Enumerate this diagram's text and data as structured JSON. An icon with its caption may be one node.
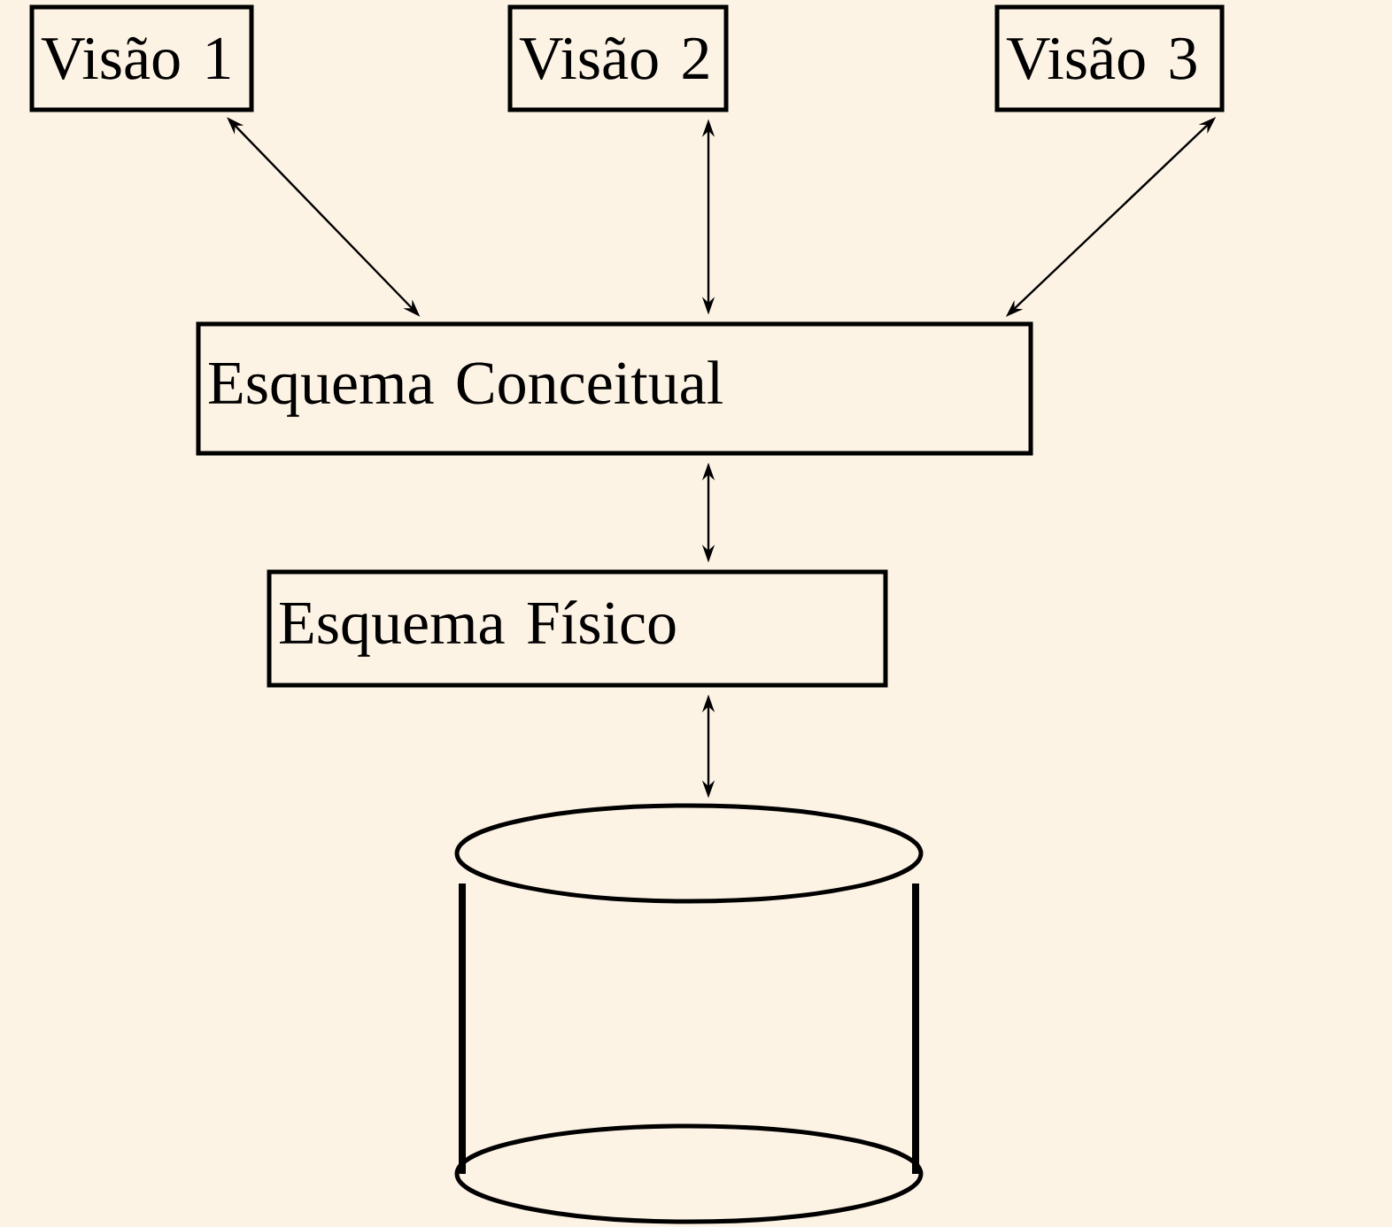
{
  "diagram": {
    "nodes": [
      {
        "text": [
          "Visão 1"
        ]
      },
      {
        "text": [
          "Visão 2"
        ]
      },
      {
        "text": [
          "Visão 3"
        ]
      },
      {
        "text": [
          "Esquema Conceitual"
        ]
      },
      {
        "text": [
          "Esquema Físico"
        ]
      },
      {
        "text": [],
        "shape": "cylinder"
      }
    ],
    "edges": [
      {
        "from": 0,
        "to": 3,
        "arrow": "both"
      },
      {
        "from": 1,
        "to": 3,
        "arrow": "both"
      },
      {
        "from": 2,
        "to": 3,
        "arrow": "both"
      },
      {
        "from": 3,
        "to": 4,
        "arrow": "both"
      },
      {
        "from": 4,
        "to": 5,
        "arrow": "both"
      }
    ]
  }
}
